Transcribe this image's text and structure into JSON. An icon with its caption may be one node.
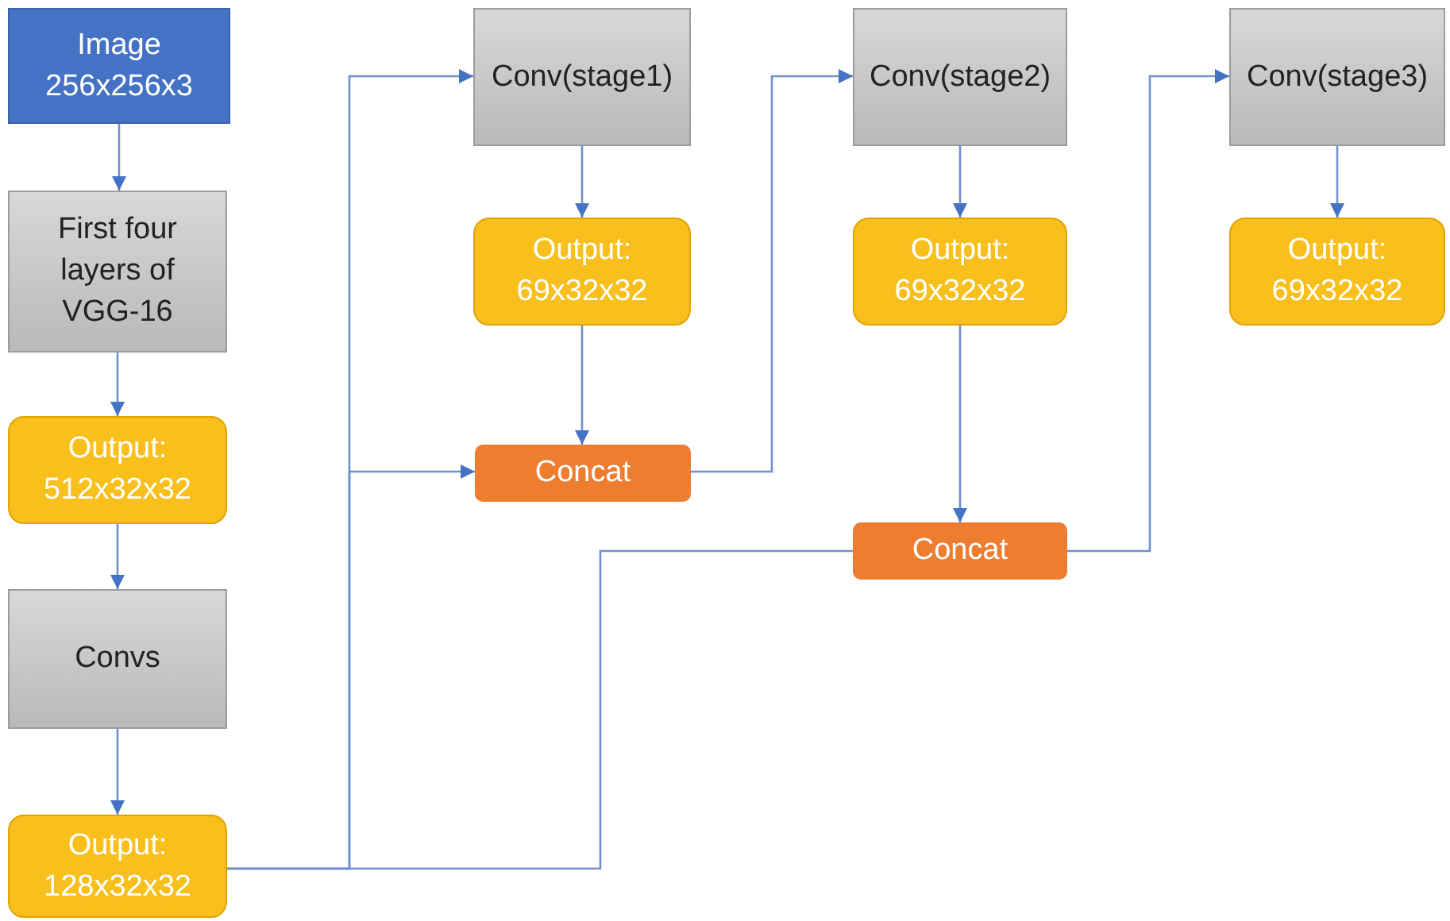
{
  "diagram": {
    "nodes": [
      {
        "text": [
          "Image 256x256x3"
        ]
      },
      {
        "text": [
          "First four layers of VGG-16"
        ]
      },
      {
        "text": [
          "Output: 512x32x32"
        ]
      },
      {
        "text": [
          "Convs"
        ]
      },
      {
        "text": [
          "Output: 128x32x32"
        ]
      },
      {
        "text": [
          "Conv(stage1)"
        ]
      },
      {
        "text": [
          "Output: 69x32x32"
        ]
      },
      {
        "text": [
          "Concat"
        ]
      },
      {
        "text": [
          "Conv(stage2)"
        ]
      },
      {
        "text": [
          "Output: 69x32x32"
        ]
      },
      {
        "text": [
          "Concat"
        ]
      },
      {
        "text": [
          "Conv(stage3)"
        ]
      },
      {
        "text": [
          "Output: 69x32x32"
        ]
      }
    ],
    "edges": [
      {
        "from": 0,
        "to": 1,
        "arrow": "to"
      },
      {
        "from": 1,
        "to": 2,
        "arrow": "to"
      },
      {
        "from": 2,
        "to": 3,
        "arrow": "to"
      },
      {
        "from": 3,
        "to": 4,
        "arrow": "to"
      },
      {
        "from": 4,
        "to": 5,
        "arrow": "to"
      },
      {
        "from": 4,
        "to": 7,
        "arrow": "to"
      },
      {
        "from": 4,
        "to": 10,
        "arrow": "none"
      },
      {
        "from": 5,
        "to": 6,
        "arrow": "to"
      },
      {
        "from": 6,
        "to": 7,
        "arrow": "to"
      },
      {
        "from": 7,
        "to": 8,
        "arrow": "to"
      },
      {
        "from": 8,
        "to": 9,
        "arrow": "to"
      },
      {
        "from": 9,
        "to": 10,
        "arrow": "to"
      },
      {
        "from": 10,
        "to": 11,
        "arrow": "to"
      },
      {
        "from": 11,
        "to": 12,
        "arrow": "to"
      }
    ]
  }
}
